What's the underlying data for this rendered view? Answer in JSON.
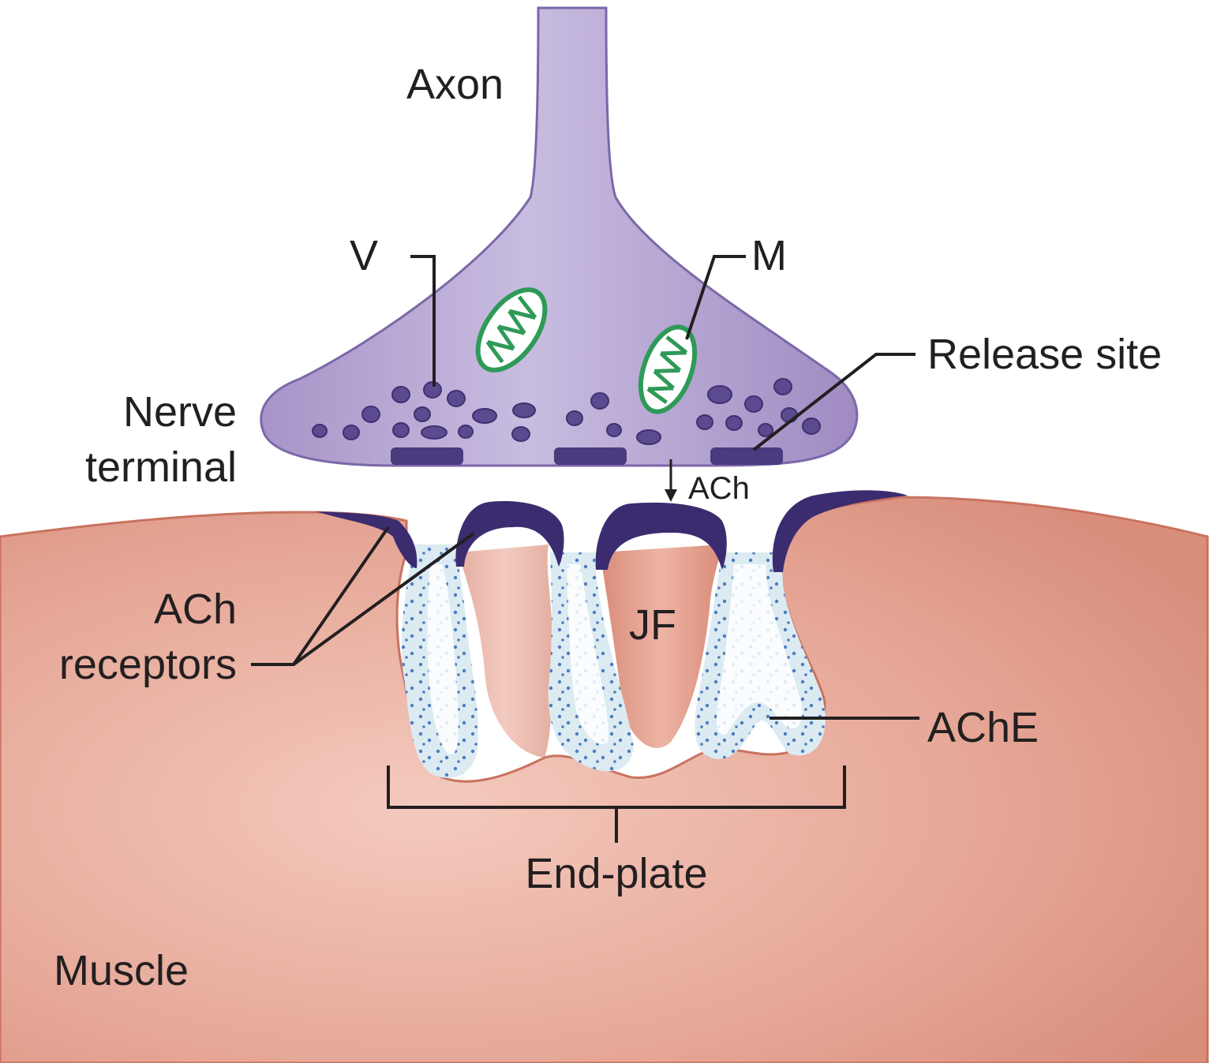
{
  "colors": {
    "nerve": "#b7a7d2",
    "nerve_dark": "#8a77b4",
    "vesicle": "#5b4a8f",
    "release_site": "#4a3a7e",
    "receptor": "#3b2c70",
    "muscle": "#e3a293",
    "muscle_light": "#f2c7bb",
    "muscle_edge": "#c9725f",
    "cleft": "#dcebf2",
    "ache_dot": "#4a7cc0",
    "mitochondrion": "#2e9a57",
    "text": "#231f20"
  },
  "icons": [
    "mitochondrion-icon",
    "synaptic-vesicle-icon",
    "release-site-icon",
    "ach-receptor-icon",
    "ache-dot-icon"
  ],
  "labels": {
    "axon": "Axon",
    "v": "V",
    "m": "M",
    "release_site": "Release site",
    "nerve_terminal_line1": "Nerve",
    "nerve_terminal_line2": "terminal",
    "ach_arrow": "ACh",
    "ach_receptors_line1": "ACh",
    "ach_receptors_line2": "receptors",
    "jf": "JF",
    "ache": "AChE",
    "end_plate": "End-plate",
    "muscle": "Muscle"
  }
}
